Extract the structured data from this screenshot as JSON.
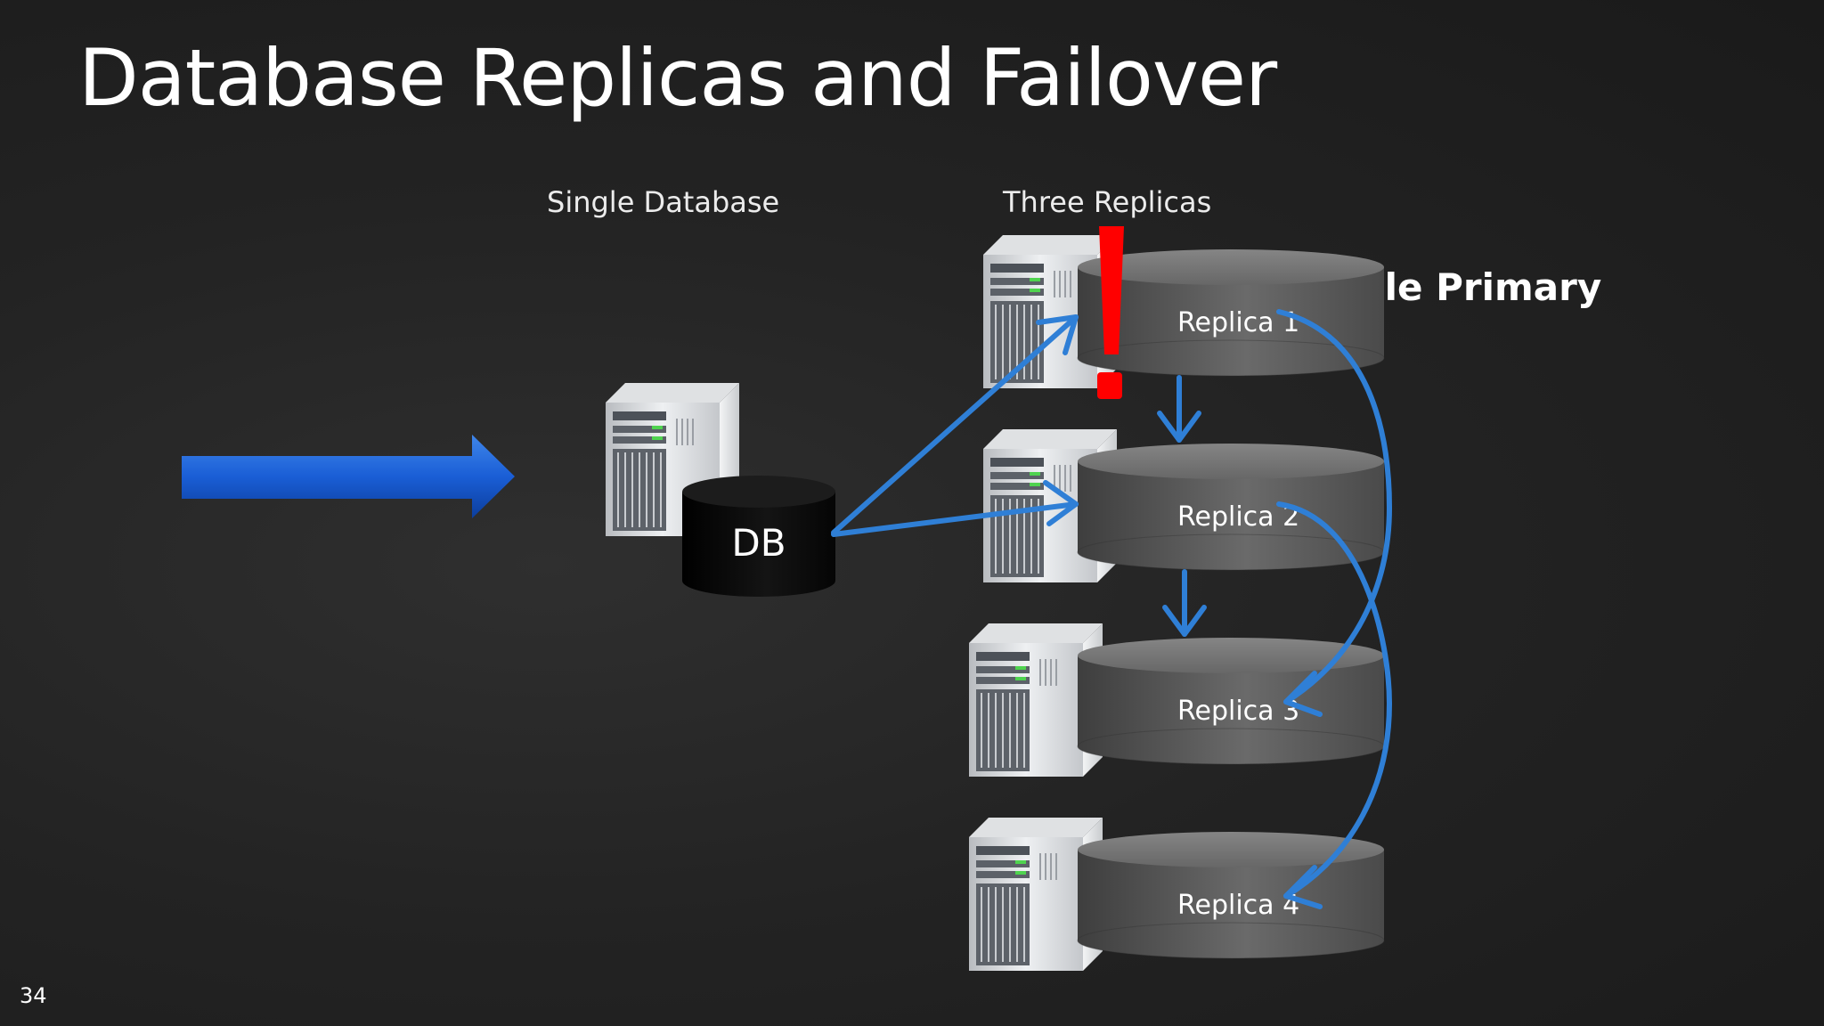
{
  "slide": {
    "title": "Database Replicas and Failover",
    "number": "34"
  },
  "diagram": {
    "left_caption": "Single Database",
    "right_caption": "Three Replicas",
    "primary_label": "Single Primary",
    "source_db_label": "DB",
    "replicas": [
      {
        "label": "Replica 1"
      },
      {
        "label": "Replica 2"
      },
      {
        "label": "Replica 3"
      },
      {
        "label": "Replica 4"
      }
    ],
    "alert_symbol": "!",
    "colors": {
      "arrow_blue": "#2f7fd6",
      "big_arrow_blue": "#1d5fd0",
      "alert_red": "#ff0000",
      "replica_gray": "#5a5a5a",
      "db_black": "#050505"
    },
    "icons": [
      "server-tower-icon",
      "database-cylinder-icon",
      "exclamation-icon",
      "right-arrow-icon"
    ]
  }
}
